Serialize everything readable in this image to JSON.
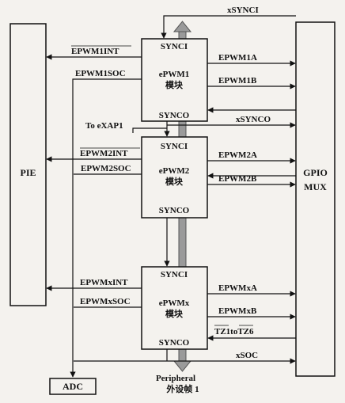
{
  "pie": {
    "label": "PIE"
  },
  "gpio": {
    "line1": "GPIO",
    "line2": "MUX"
  },
  "adc": {
    "label": "ADC"
  },
  "modules": [
    {
      "synci": "SYNCI",
      "name": "ePWM1",
      "sub": "模块",
      "synco": "SYNCO",
      "out_a": "EPWM1A",
      "out_b": "EPWM1B",
      "int": "EPWM1INT",
      "soc": "EPWM1SOC"
    },
    {
      "synci": "SYNCI",
      "name": "ePWM2",
      "sub": "模块",
      "synco": "SYNCO",
      "out_a": "EPWM2A",
      "out_b": "EPWM2B",
      "int": "EPWM2INT",
      "soc": "EPWM2SOC"
    },
    {
      "synci": "SYNCI",
      "name": "ePWMx",
      "sub": "模块",
      "synco": "SYNCO",
      "out_a": "EPWMxA",
      "out_b": "EPWMxB",
      "int": "EPWMxINT",
      "soc": "EPWMxSOC"
    }
  ],
  "signals": {
    "xsynci": "xSYNCI",
    "xsynco": "xSYNCO",
    "to_exap1": "To eXAP1",
    "tz": "TZ1toTZ6",
    "xsoc": "xSOC",
    "peripheral_line1": "Peripheral",
    "peripheral_line2": "外设帧 1"
  }
}
